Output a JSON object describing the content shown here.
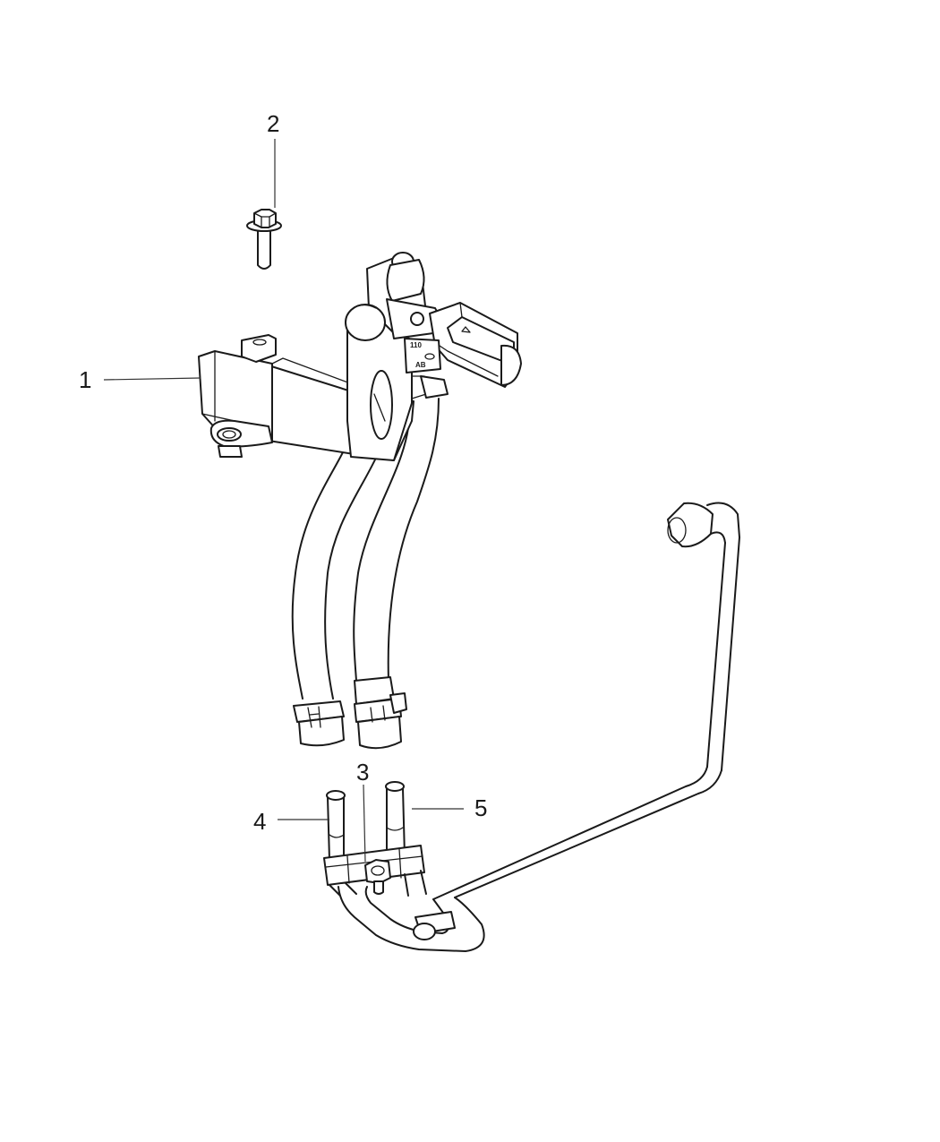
{
  "callouts": [
    {
      "id": "1",
      "label": "1"
    },
    {
      "id": "2",
      "label": "2"
    },
    {
      "id": "3",
      "label": "3"
    },
    {
      "id": "4",
      "label": "4"
    },
    {
      "id": "5",
      "label": "5"
    }
  ],
  "part_markings": {
    "line1": "110",
    "line2": "AB"
  }
}
